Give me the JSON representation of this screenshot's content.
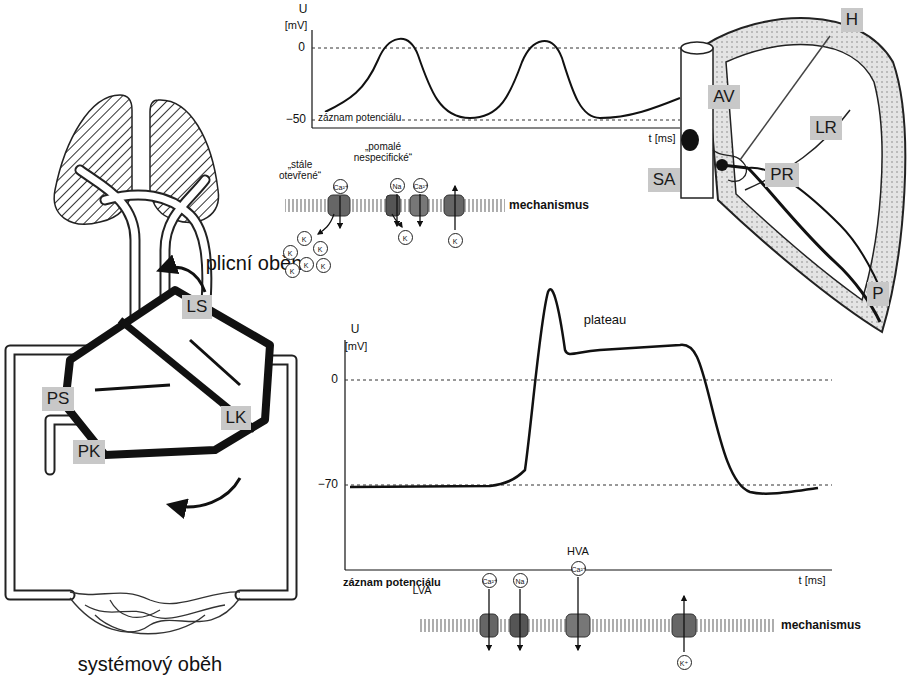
{
  "diagram": {
    "nodes": [
      {
        "text": [
          "H"
        ]
      },
      {
        "text": [
          "AV"
        ]
      },
      {
        "text": [
          "SA"
        ]
      },
      {
        "text": [
          "LR"
        ]
      },
      {
        "text": [
          "PR"
        ]
      },
      {
        "text": [
          "P"
        ]
      },
      {
        "text": [
          "LS"
        ]
      },
      {
        "text": [
          "PS"
        ]
      },
      {
        "text": [
          "LK"
        ]
      },
      {
        "text": [
          "PK"
        ]
      }
    ],
    "labels": [
      "plicní oběh",
      "systémový oběh",
      "U",
      "[mV]",
      "0",
      "−50",
      "záznam potenciálu",
      "t [ms]",
      "„stále otevřené“",
      "„pomalé nespecifické“",
      "Ca²⁺",
      "Na",
      "Ca²⁺",
      "K",
      "K",
      "K",
      "K",
      "K",
      "K",
      "K",
      "K",
      "mechanismus",
      "U",
      "[mV]",
      "plateau",
      "0",
      "−70",
      "záznam potenciálu",
      "t [ms]",
      "LVA",
      "Ca²⁺",
      "Na",
      "HVA",
      "Ca²⁺",
      "K⁺",
      "mechanismus"
    ]
  }
}
